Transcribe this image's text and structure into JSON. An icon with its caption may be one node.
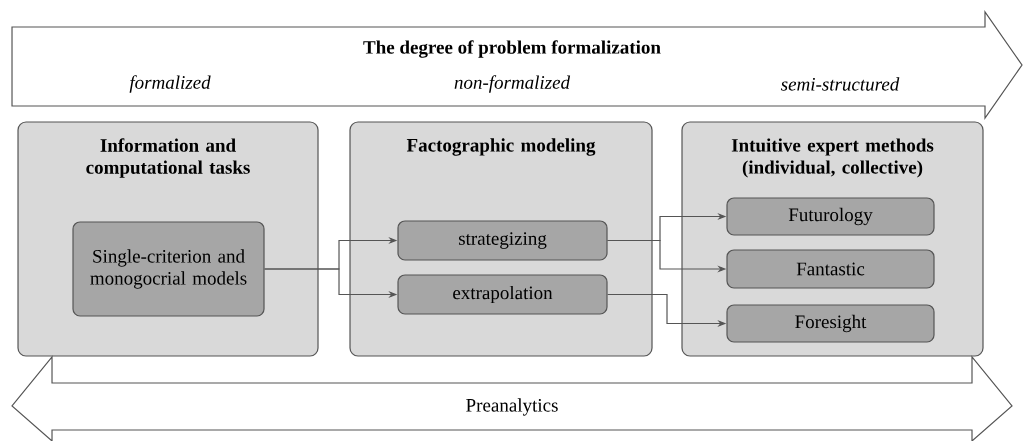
{
  "diagram": {
    "nodes": [
      {
        "text": [
          "The degree of problem formalization",
          "formalized",
          "non-formalized",
          "semi-structured"
        ]
      },
      {
        "text": [
          "Information and computational tasks"
        ]
      },
      {
        "text": [
          "Single-criterion and monogocrial models"
        ],
        "in": 1
      },
      {
        "text": [
          "Factographic modeling"
        ]
      },
      {
        "text": [
          "strategizing"
        ],
        "in": 3
      },
      {
        "text": [
          "extrapolation"
        ],
        "in": 3
      },
      {
        "text": [
          "Intuitive expert methods (individual, collective)"
        ]
      },
      {
        "text": [
          "Futurology"
        ],
        "in": 6
      },
      {
        "text": [
          "Fantastic"
        ],
        "in": 6
      },
      {
        "text": [
          "Foresight"
        ],
        "in": 6
      },
      {
        "text": [
          "Preanalytics"
        ]
      }
    ],
    "edges": [
      {
        "from": 2,
        "to": 4,
        "arrow": "to"
      },
      {
        "from": 2,
        "to": 5,
        "arrow": "to"
      },
      {
        "from": 4,
        "to": 7,
        "arrow": "to"
      },
      {
        "from": 4,
        "to": 8,
        "arrow": "to"
      },
      {
        "from": 5,
        "to": 9,
        "arrow": "to"
      }
    ]
  }
}
